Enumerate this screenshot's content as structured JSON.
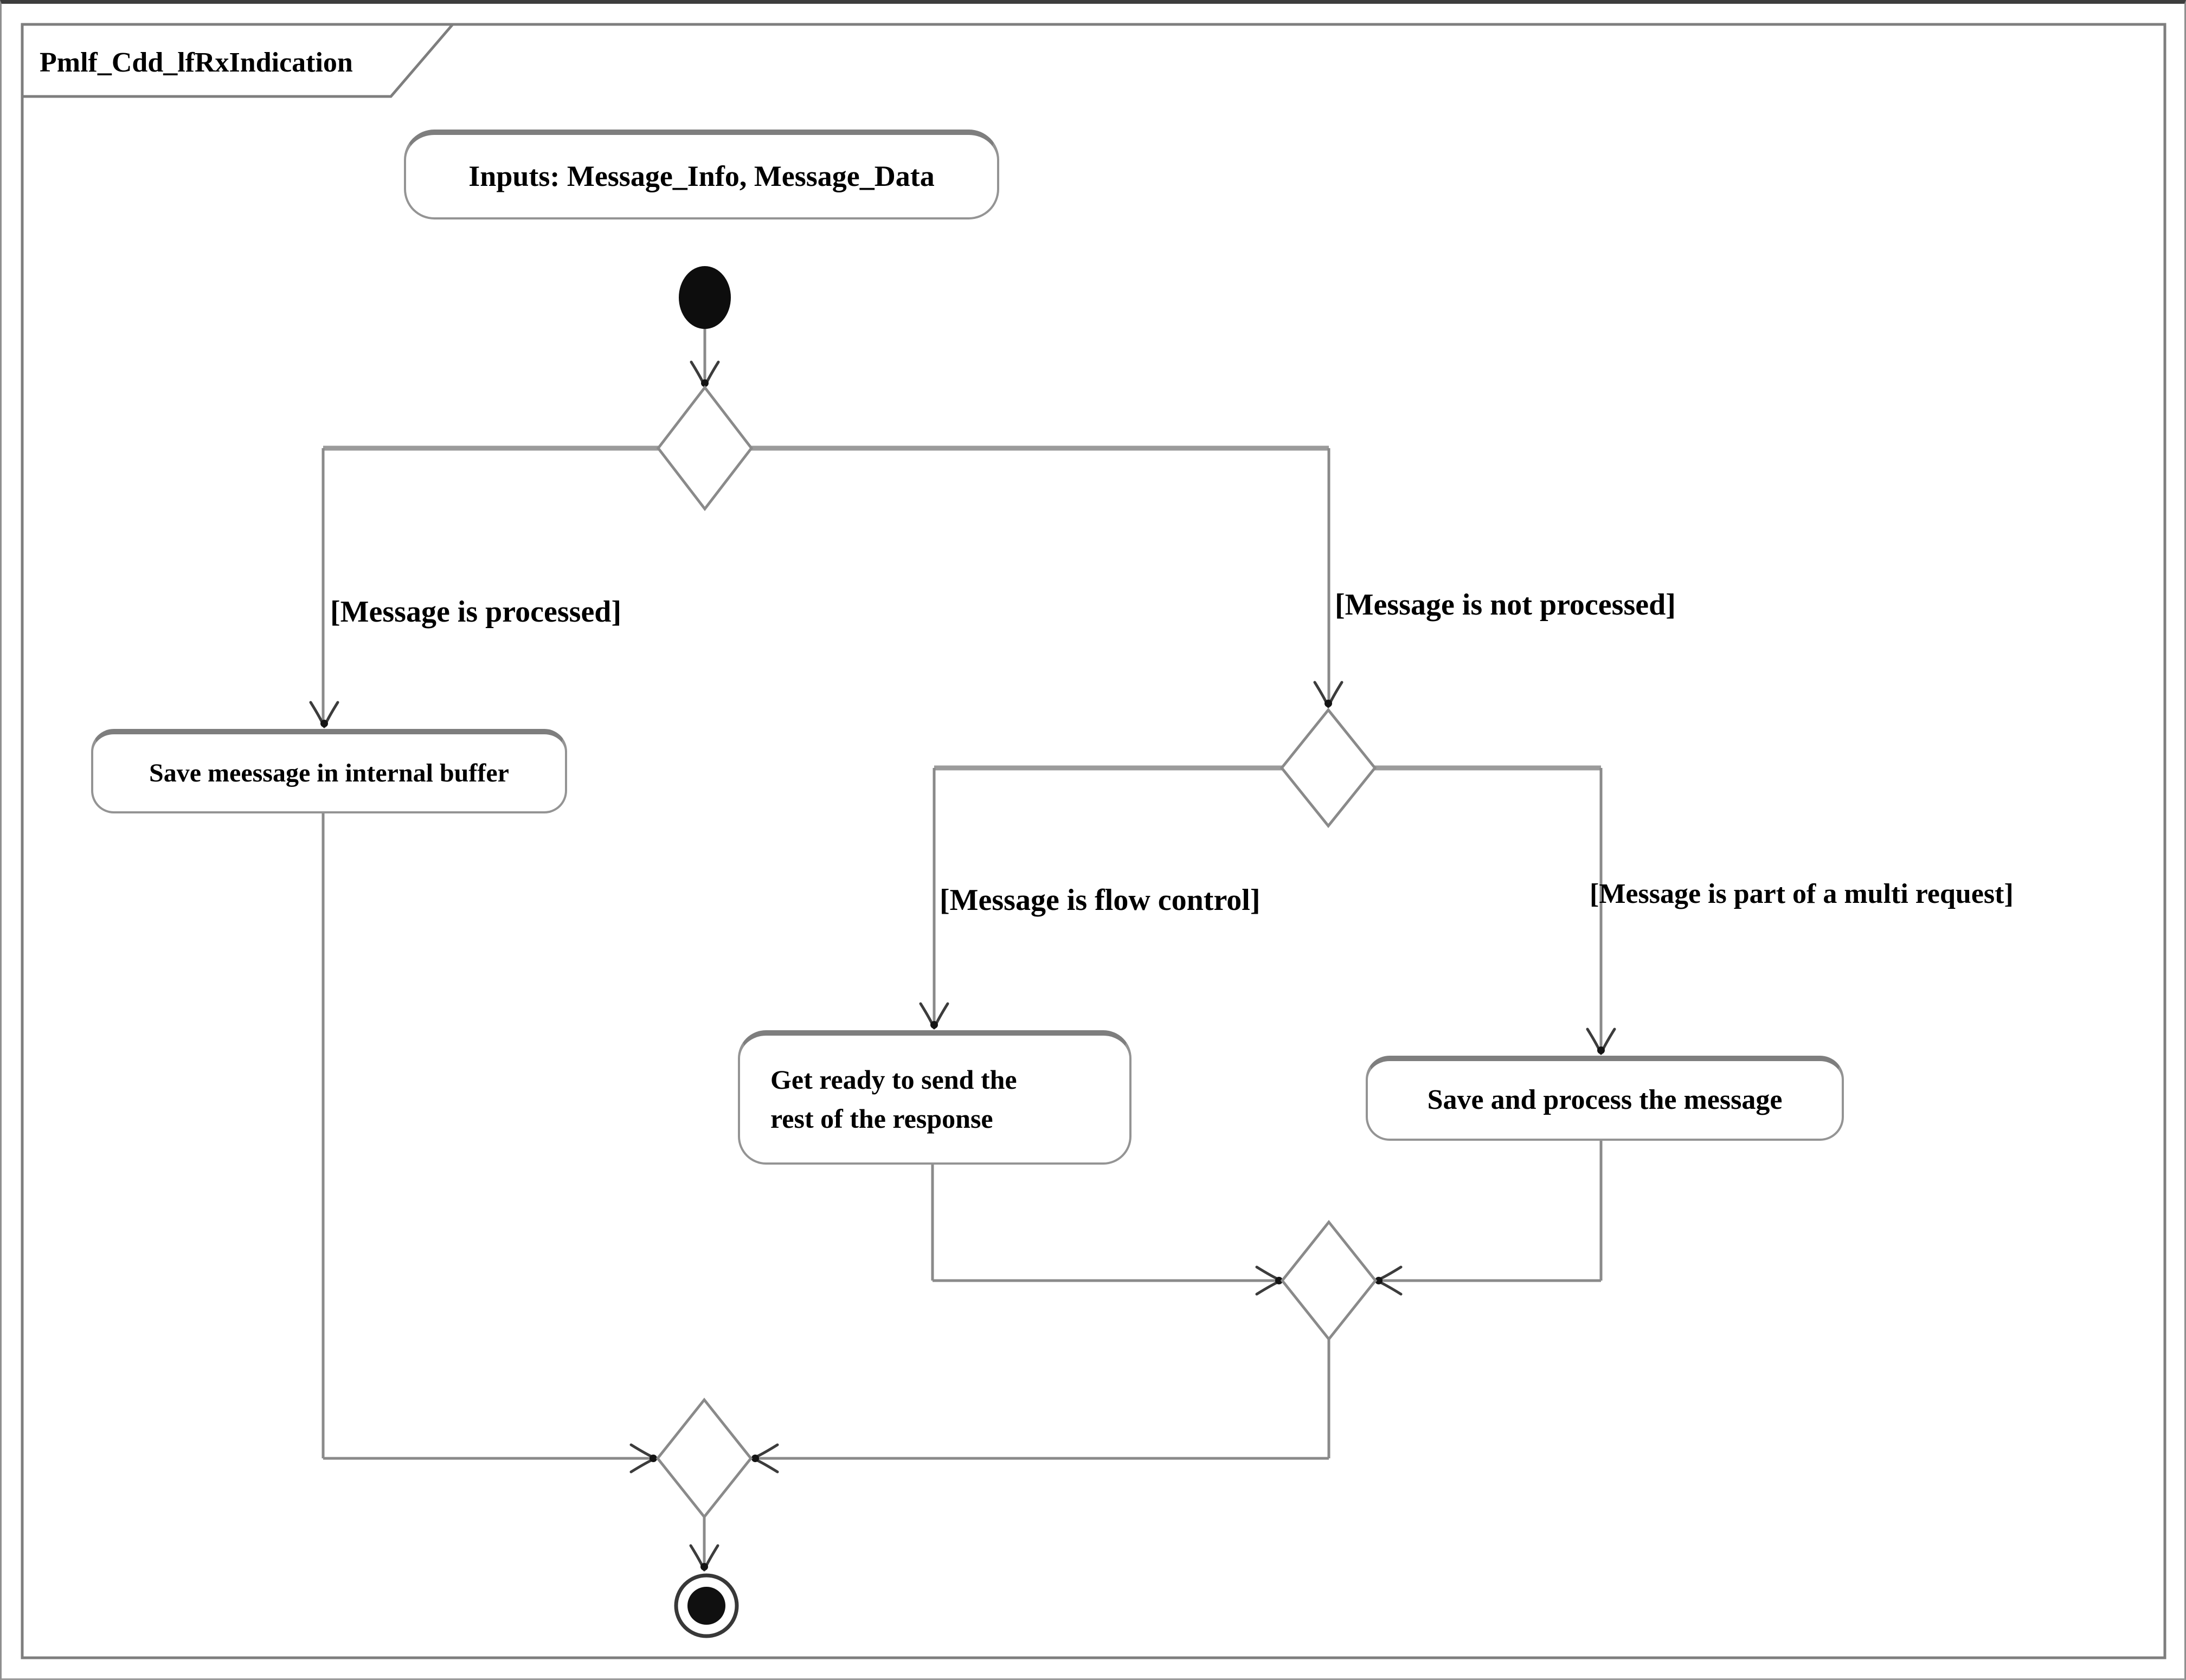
{
  "frame": {
    "title": "Pmlf_Cdd_lfRxIndication"
  },
  "note": {
    "inputs": "Inputs: Message_Info, Message_Data"
  },
  "guards": {
    "processed": "[Message is processed]",
    "not_processed": "[Message is not processed]",
    "flow_control": "[Message is flow control]",
    "multi_request": "[Message is part of a multi request]"
  },
  "actions": {
    "save_buffer": "Save meessage in internal buffer",
    "get_ready_line1": "Get ready to send the",
    "get_ready_line2": "rest of the response",
    "save_process": "Save and process the message"
  },
  "colors": {
    "line_gray": "#8a8a8a",
    "border_gray": "#7e7e7e",
    "text_black": "#000000"
  }
}
